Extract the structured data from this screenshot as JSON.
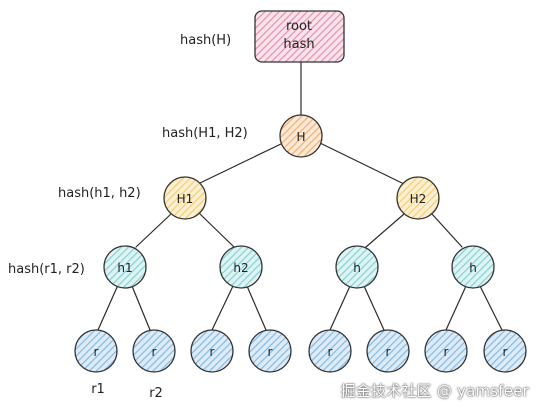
{
  "root": {
    "line1": "root",
    "line2": "hash",
    "color": "#e58aa8"
  },
  "labels": {
    "root_hash": "hash(H)",
    "top": "hash(H1, H2)",
    "level2": "hash(h1, h2)",
    "level3": "hash(r1, r2)"
  },
  "nodes": {
    "top": "H",
    "H1": "H1",
    "H2": "H2",
    "h1": "h1",
    "h2": "h2",
    "h_left": "h",
    "h_right": "h",
    "leaf": "r"
  },
  "leaf_labels": {
    "r1": "r1",
    "r2": "r2"
  },
  "colors": {
    "orange": "#f2a96b",
    "yellow": "#f4c96a",
    "teal": "#7fcfcf",
    "blue": "#7fb6e0"
  },
  "watermark": "掘金技术社区 @ yamsfeer"
}
